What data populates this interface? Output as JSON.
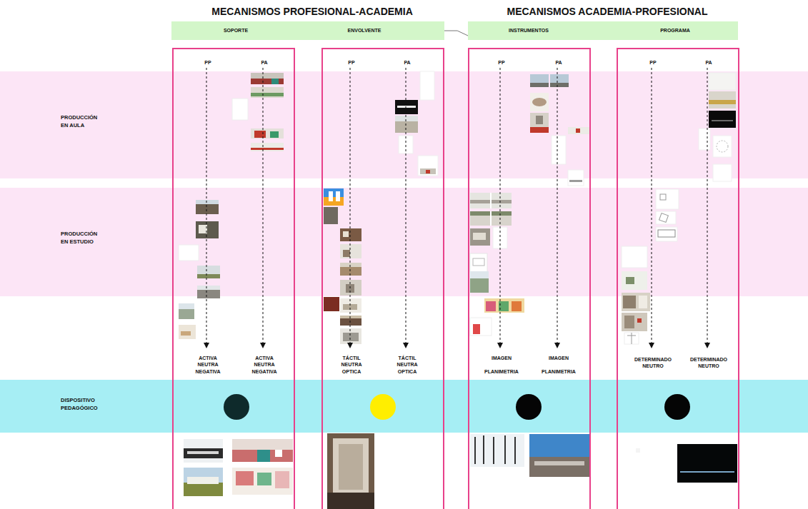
{
  "diagram": {
    "nodes": [
      {
        "text": [
          "SOPORTE",
          "ENVOLVENTE"
        ]
      },
      {
        "text": [
          "INSTRUMENTOS",
          "PROGRAMA"
        ]
      },
      {
        "text": [
          "PP",
          "PA",
          "ACTIVA NEUTRA NEGATIVA",
          "ACTIVA NEUTRA NEGATIVA"
        ]
      },
      {
        "text": [
          "PP",
          "PA",
          "TÁCTIL NEUTRA OPTICA",
          "TÁCTIL NEUTRA OPTICA"
        ]
      },
      {
        "text": [
          "PP",
          "PA",
          "IMAGEN",
          "PLANIMETRIA",
          "IMAGEN",
          "PLANIMETRIA"
        ]
      },
      {
        "text": [
          "PP",
          "PA",
          "DETERMINADO NEUTRO",
          "DETERMINADO NEUTRO"
        ]
      },
      {
        "text": [
          "PRODUCCIÓN EN AULA"
        ]
      },
      {
        "text": [
          "PRODUCCIÓN EN ESTUDIO"
        ]
      },
      {
        "text": [
          "DISPOSITIVO PEDAGÓGICO"
        ]
      }
    ],
    "edges": [
      {
        "from": 0,
        "to": 1,
        "arrow": "none"
      }
    ],
    "labels": [
      "MECANISMOS PROFESIONAL-ACADEMIA",
      "MECANISMOS ACADEMIA-PROFESIONAL"
    ]
  }
}
